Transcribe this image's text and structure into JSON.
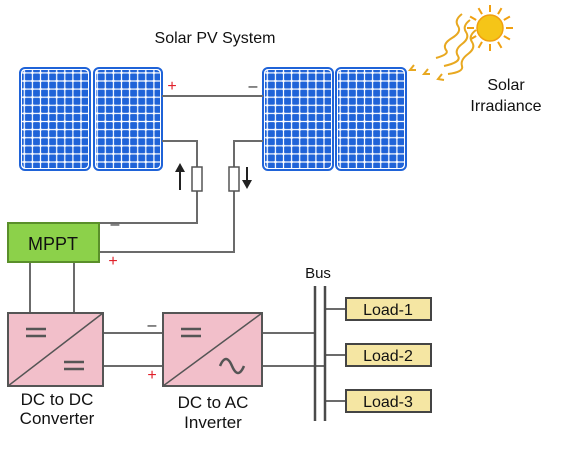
{
  "title": "Solar PV System",
  "irradiance": {
    "line1": "Solar",
    "line2": "Irradiance"
  },
  "sun_color": "#F5C518",
  "panel_color": "#1F63D8",
  "mppt": {
    "label": "MPPT",
    "color": "#8CD14A"
  },
  "converter": {
    "line1": "DC to DC",
    "line2": "Converter",
    "color": "#F2BFCA"
  },
  "inverter": {
    "line1": "DC to AC",
    "line2": "Inverter",
    "color": "#F2BFCA"
  },
  "bus_label": "Bus",
  "loads": [
    "Load-1",
    "Load-2",
    "Load-3"
  ],
  "load_color": "#F5E6A3",
  "polarity": {
    "plus": "+",
    "minus": "–"
  },
  "plus_color": "#E0202A"
}
